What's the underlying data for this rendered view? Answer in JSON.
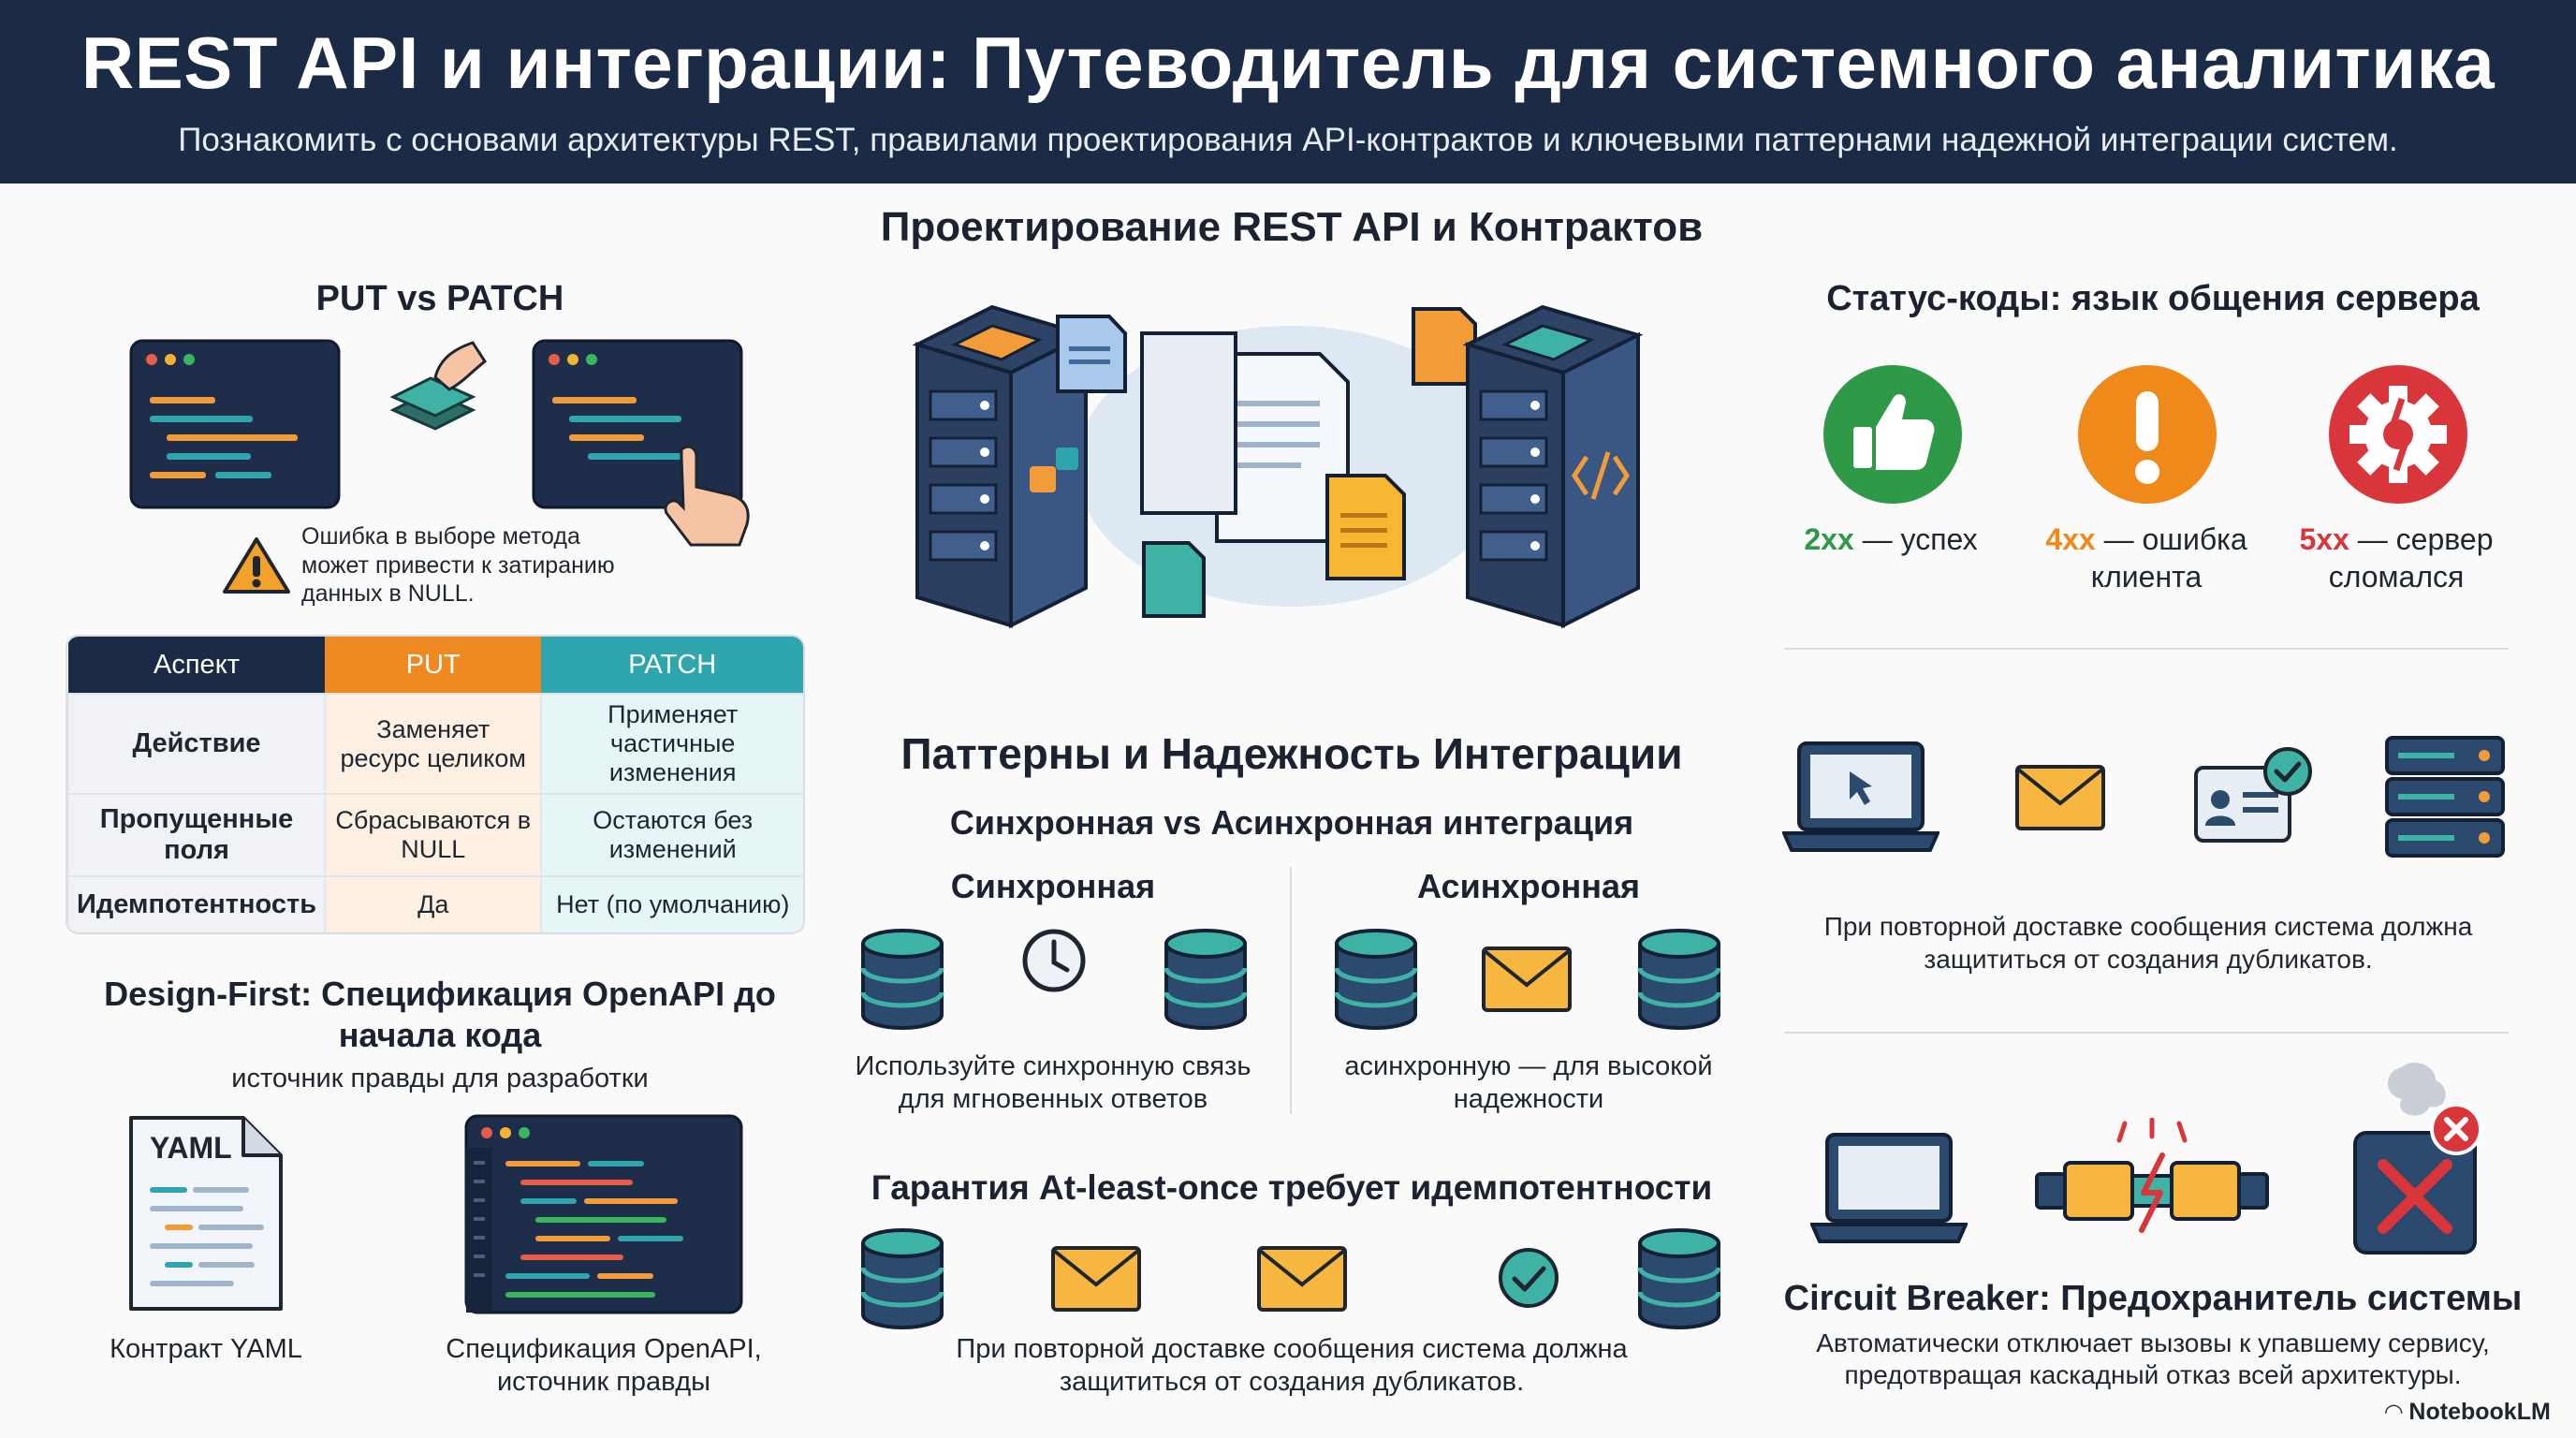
{
  "header": {
    "title": "REST API и интеграции: Путеводитель для системного аналитика",
    "subtitle": "Познакомить с основами архитектуры REST, правилами проектирования API-контрактов и ключевыми паттернами надежной интеграции систем."
  },
  "put_patch": {
    "title": "PUT vs PATCH",
    "warning": "Ошибка в выборе метода может привести к затиранию данных в NULL.",
    "table": {
      "headers": [
        "Аспект",
        "PUT",
        "PATCH"
      ],
      "rows": [
        {
          "aspect": "Действие",
          "put": "Заменяет ресурс целиком",
          "patch": "Применяет частичные изменения"
        },
        {
          "aspect": "Пропущенные поля",
          "put": "Сбрасываются в NULL",
          "patch": "Остаются без изменений"
        },
        {
          "aspect": "Идемпотентность",
          "put": "Да",
          "patch": "Нет (по умолчанию)"
        }
      ]
    }
  },
  "design_first": {
    "title": "Design-First: Спецификация OpenAPI до начала кода",
    "subtitle": "источник правды для разработки",
    "yaml_badge": "YAML",
    "yaml_label": "Контракт YAML",
    "spec_label": "Спецификация  OpenAPI, источник правды"
  },
  "center": {
    "title": "Проектирование REST API и Контрактов",
    "patterns_title": "Паттерны и Надежность Интеграции",
    "sync_async_title": "Синхронная vs Асинхронная интеграция",
    "sync_title": "Синхронная",
    "async_title": "Асинхронная",
    "sync_text": "Используйте синхронную связь для мгновенных ответов",
    "async_text": "асинхронную — для высокой надежности",
    "atleast_title": "Гарантия At-least-once требует идемпотентности",
    "atleast_text": "При повторной доставке сообщения система должна защититься от создания дубликатов."
  },
  "status": {
    "title": "Статус-коды: язык общения сервера",
    "items": [
      {
        "code": "2xx",
        "text": " — успех",
        "color": "#2e9a47"
      },
      {
        "code": "4xx",
        "text": " — ошибка клиента",
        "color": "#ef8a1a"
      },
      {
        "code": "5xx",
        "text": " — сервер сломался",
        "color": "#d9363b"
      }
    ]
  },
  "idempotency": {
    "text": "При повторной доставке сообщения система должна защититься от создания дубликатов."
  },
  "circuit_breaker": {
    "title": "Circuit Breaker: Предохранитель системы",
    "text": "Автоматически отключает вызовы к упавшему сервису, предотвращая каскадный отказ всей архитектуры."
  },
  "branding": {
    "name": "NotebookLM"
  },
  "colors": {
    "navy": "#1c2b45",
    "orange": "#ef8a22",
    "teal": "#2fa6ae",
    "green": "#2e9a47",
    "red": "#d9363b"
  }
}
